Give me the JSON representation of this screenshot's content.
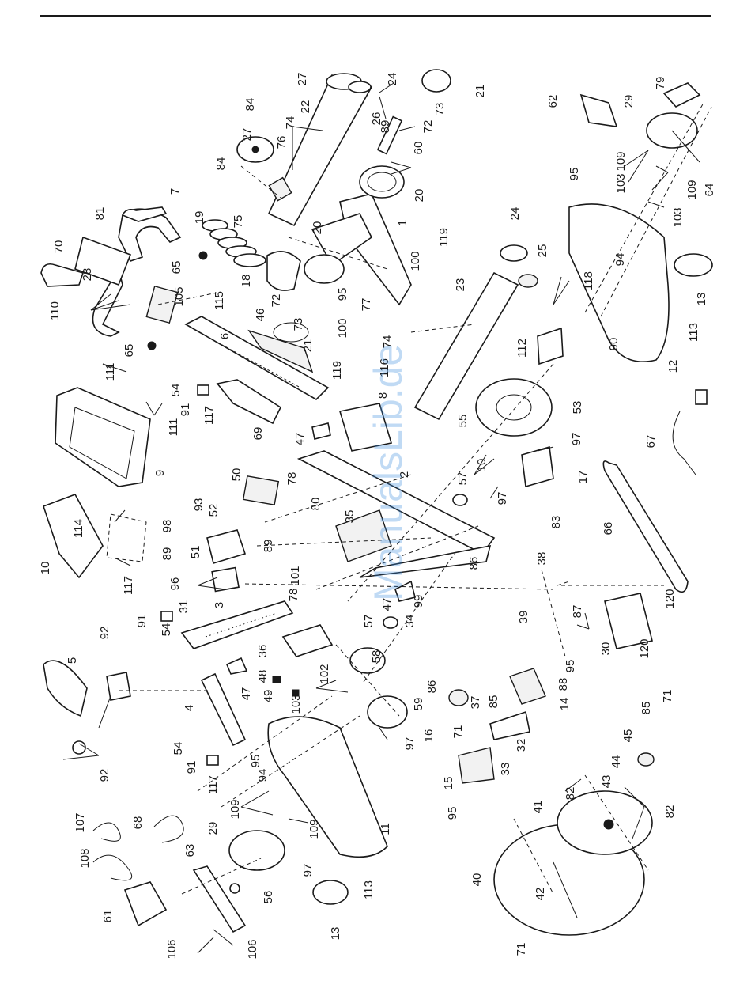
{
  "watermark": "ManualsLib.de",
  "callouts": [
    {
      "id": "c1",
      "text": "1"
    },
    {
      "id": "c2",
      "text": "2"
    },
    {
      "id": "c3",
      "text": "3"
    },
    {
      "id": "c4",
      "text": "4"
    },
    {
      "id": "c5",
      "text": "5"
    },
    {
      "id": "c6",
      "text": "6"
    },
    {
      "id": "c7",
      "text": "7"
    },
    {
      "id": "c8",
      "text": "8"
    },
    {
      "id": "c9",
      "text": "9"
    },
    {
      "id": "c10",
      "text": "10"
    },
    {
      "id": "c10b",
      "text": "10"
    },
    {
      "id": "c11",
      "text": "11"
    },
    {
      "id": "c12",
      "text": "12"
    },
    {
      "id": "c13",
      "text": "13"
    },
    {
      "id": "c13b",
      "text": "13"
    },
    {
      "id": "c14",
      "text": "14"
    },
    {
      "id": "c15",
      "text": "15"
    },
    {
      "id": "c16",
      "text": "16"
    },
    {
      "id": "c17",
      "text": "17"
    },
    {
      "id": "c18",
      "text": "18"
    },
    {
      "id": "c19",
      "text": "19"
    },
    {
      "id": "c20",
      "text": "20"
    },
    {
      "id": "c20b",
      "text": "20"
    },
    {
      "id": "c21",
      "text": "21"
    },
    {
      "id": "c21b",
      "text": "21"
    },
    {
      "id": "c22",
      "text": "22"
    },
    {
      "id": "c23",
      "text": "23"
    },
    {
      "id": "c24",
      "text": "24"
    },
    {
      "id": "c24b",
      "text": "24"
    },
    {
      "id": "c25",
      "text": "25"
    },
    {
      "id": "c26",
      "text": "26"
    },
    {
      "id": "c27",
      "text": "27"
    },
    {
      "id": "c27b",
      "text": "27"
    },
    {
      "id": "c28",
      "text": "28"
    },
    {
      "id": "c29",
      "text": "29"
    },
    {
      "id": "c29b",
      "text": "29"
    },
    {
      "id": "c30",
      "text": "30"
    },
    {
      "id": "c31",
      "text": "31"
    },
    {
      "id": "c32",
      "text": "32"
    },
    {
      "id": "c33",
      "text": "33"
    },
    {
      "id": "c34",
      "text": "34"
    },
    {
      "id": "c35",
      "text": "35"
    },
    {
      "id": "c36",
      "text": "36"
    },
    {
      "id": "c37",
      "text": "37"
    },
    {
      "id": "c38",
      "text": "38"
    },
    {
      "id": "c39",
      "text": "39"
    },
    {
      "id": "c40",
      "text": "40"
    },
    {
      "id": "c41",
      "text": "41"
    },
    {
      "id": "c42",
      "text": "42"
    },
    {
      "id": "c43",
      "text": "43"
    },
    {
      "id": "c44",
      "text": "44"
    },
    {
      "id": "c45",
      "text": "45"
    },
    {
      "id": "c46",
      "text": "46"
    },
    {
      "id": "c47",
      "text": "47"
    },
    {
      "id": "c47b",
      "text": "47"
    },
    {
      "id": "c47c",
      "text": "47"
    },
    {
      "id": "c48",
      "text": "48"
    },
    {
      "id": "c49",
      "text": "49"
    },
    {
      "id": "c50",
      "text": "50"
    },
    {
      "id": "c51",
      "text": "51"
    },
    {
      "id": "c52",
      "text": "52"
    },
    {
      "id": "c53",
      "text": "53"
    },
    {
      "id": "c54",
      "text": "54"
    },
    {
      "id": "c54b",
      "text": "54"
    },
    {
      "id": "c54c",
      "text": "54"
    },
    {
      "id": "c55",
      "text": "55"
    },
    {
      "id": "c56",
      "text": "56"
    },
    {
      "id": "c57",
      "text": "57"
    },
    {
      "id": "c57b",
      "text": "57"
    },
    {
      "id": "c58",
      "text": "58"
    },
    {
      "id": "c59",
      "text": "59"
    },
    {
      "id": "c60",
      "text": "60"
    },
    {
      "id": "c61",
      "text": "61"
    },
    {
      "id": "c62",
      "text": "62"
    },
    {
      "id": "c63",
      "text": "63"
    },
    {
      "id": "c64",
      "text": "64"
    },
    {
      "id": "c65",
      "text": "65"
    },
    {
      "id": "c65b",
      "text": "65"
    },
    {
      "id": "c66",
      "text": "66"
    },
    {
      "id": "c67",
      "text": "67"
    },
    {
      "id": "c68",
      "text": "68"
    },
    {
      "id": "c69",
      "text": "69"
    },
    {
      "id": "c70",
      "text": "70"
    },
    {
      "id": "c71",
      "text": "71"
    },
    {
      "id": "c71b",
      "text": "71"
    },
    {
      "id": "c71c",
      "text": "71"
    },
    {
      "id": "c72",
      "text": "72"
    },
    {
      "id": "c72b",
      "text": "72"
    },
    {
      "id": "c73",
      "text": "73"
    },
    {
      "id": "c73b",
      "text": "73"
    },
    {
      "id": "c74",
      "text": "74"
    },
    {
      "id": "c74b",
      "text": "74"
    },
    {
      "id": "c75",
      "text": "75"
    },
    {
      "id": "c76",
      "text": "76"
    },
    {
      "id": "c77",
      "text": "77"
    },
    {
      "id": "c78",
      "text": "78"
    },
    {
      "id": "c78b",
      "text": "78"
    },
    {
      "id": "c79",
      "text": "79"
    },
    {
      "id": "c80",
      "text": "80"
    },
    {
      "id": "c81",
      "text": "81"
    },
    {
      "id": "c82",
      "text": "82"
    },
    {
      "id": "c82b",
      "text": "82"
    },
    {
      "id": "c83",
      "text": "83"
    },
    {
      "id": "c84",
      "text": "84"
    },
    {
      "id": "c84b",
      "text": "84"
    },
    {
      "id": "c85",
      "text": "85"
    },
    {
      "id": "c85b",
      "text": "85"
    },
    {
      "id": "c86",
      "text": "86"
    },
    {
      "id": "c86b",
      "text": "86"
    },
    {
      "id": "c87",
      "text": "87"
    },
    {
      "id": "c88",
      "text": "88"
    },
    {
      "id": "c89",
      "text": "89"
    },
    {
      "id": "c89b",
      "text": "89"
    },
    {
      "id": "c89c",
      "text": "89"
    },
    {
      "id": "c90",
      "text": "90"
    },
    {
      "id": "c91",
      "text": "91"
    },
    {
      "id": "c91b",
      "text": "91"
    },
    {
      "id": "c91c",
      "text": "91"
    },
    {
      "id": "c92",
      "text": "92"
    },
    {
      "id": "c92b",
      "text": "92"
    },
    {
      "id": "c93",
      "text": "93"
    },
    {
      "id": "c94",
      "text": "94"
    },
    {
      "id": "c94b",
      "text": "94"
    },
    {
      "id": "c95",
      "text": "95"
    },
    {
      "id": "c95b",
      "text": "95"
    },
    {
      "id": "c95c",
      "text": "95"
    },
    {
      "id": "c95d",
      "text": "95"
    },
    {
      "id": "c95e",
      "text": "95"
    },
    {
      "id": "c96",
      "text": "96"
    },
    {
      "id": "c97",
      "text": "97"
    },
    {
      "id": "c97b",
      "text": "97"
    },
    {
      "id": "c97c",
      "text": "97"
    },
    {
      "id": "c97d",
      "text": "97"
    },
    {
      "id": "c98",
      "text": "98"
    },
    {
      "id": "c99",
      "text": "99"
    },
    {
      "id": "c100",
      "text": "100"
    },
    {
      "id": "c100b",
      "text": "100"
    },
    {
      "id": "c101",
      "text": "101"
    },
    {
      "id": "c102",
      "text": "102"
    },
    {
      "id": "c103",
      "text": "103"
    },
    {
      "id": "c103b",
      "text": "103"
    },
    {
      "id": "c103c",
      "text": "103"
    },
    {
      "id": "c105",
      "text": "105"
    },
    {
      "id": "c106",
      "text": "106"
    },
    {
      "id": "c106b",
      "text": "106"
    },
    {
      "id": "c107",
      "text": "107"
    },
    {
      "id": "c108",
      "text": "108"
    },
    {
      "id": "c109",
      "text": "109"
    },
    {
      "id": "c109b",
      "text": "109"
    },
    {
      "id": "c109c",
      "text": "109"
    },
    {
      "id": "c109d",
      "text": "109"
    },
    {
      "id": "c110",
      "text": "110"
    },
    {
      "id": "c111",
      "text": "111"
    },
    {
      "id": "c111b",
      "text": "111"
    },
    {
      "id": "c112",
      "text": "112"
    },
    {
      "id": "c113",
      "text": "113"
    },
    {
      "id": "c113b",
      "text": "113"
    },
    {
      "id": "c114",
      "text": "114"
    },
    {
      "id": "c115",
      "text": "115"
    },
    {
      "id": "c116",
      "text": "116"
    },
    {
      "id": "c117",
      "text": "117"
    },
    {
      "id": "c117b",
      "text": "117"
    },
    {
      "id": "c117c",
      "text": "117"
    },
    {
      "id": "c118",
      "text": "118"
    },
    {
      "id": "c119",
      "text": "119"
    },
    {
      "id": "c119b",
      "text": "119"
    },
    {
      "id": "c120",
      "text": "120"
    },
    {
      "id": "c120b",
      "text": "120"
    }
  ]
}
